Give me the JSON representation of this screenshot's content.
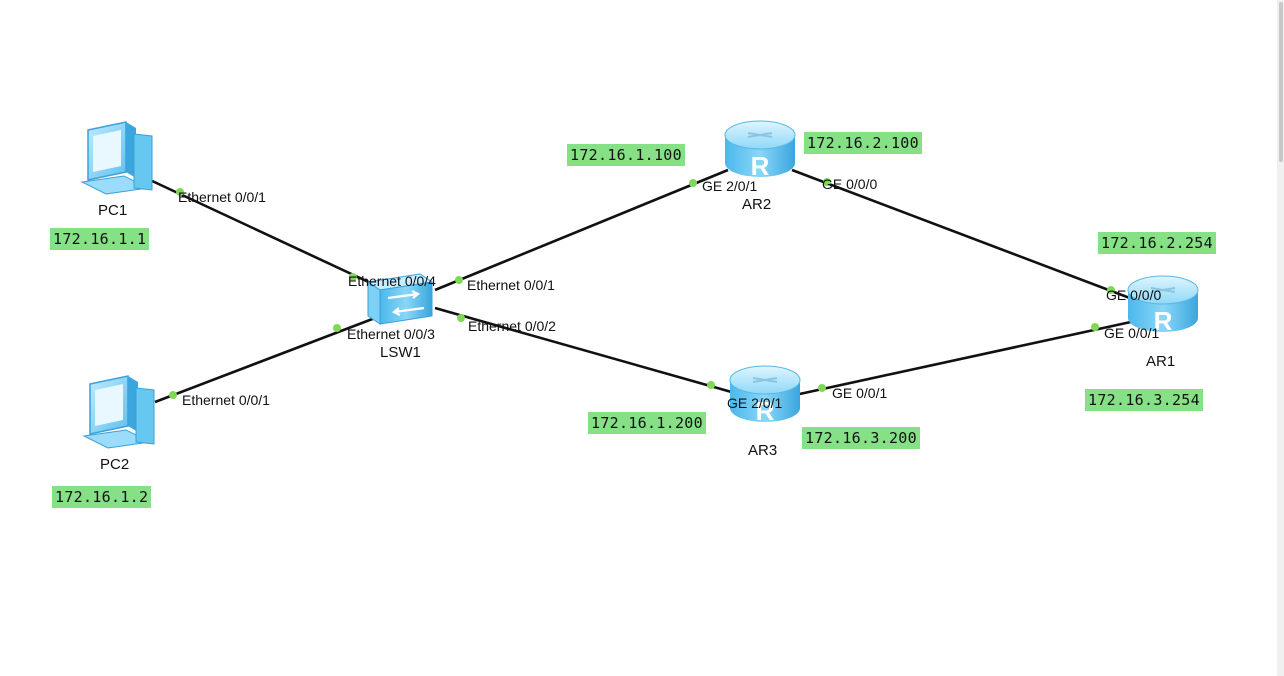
{
  "devices": {
    "pc1": {
      "name": "PC1",
      "ip": "172.16.1.1",
      "port": "Ethernet 0/0/1"
    },
    "pc2": {
      "name": "PC2",
      "ip": "172.16.1.2",
      "port": "Ethernet 0/0/1"
    },
    "lsw1": {
      "name": "LSW1",
      "ports": {
        "e4": "Ethernet 0/0/4",
        "e3": "Ethernet 0/0/3",
        "e1": "Ethernet 0/0/1",
        "e2": "Ethernet 0/0/2"
      }
    },
    "ar2": {
      "name": "AR2",
      "ip_left": "172.16.1.100",
      "ip_right": "172.16.2.100",
      "port_left": "GE 2/0/1",
      "port_right": "GE 0/0/0"
    },
    "ar3": {
      "name": "AR3",
      "ip_left": "172.16.1.200",
      "ip_right": "172.16.3.200",
      "port_left": "GE 2/0/1",
      "port_right": "GE 0/0/1"
    },
    "ar1": {
      "name": "AR1",
      "ip_top": "172.16.2.254",
      "ip_bottom": "172.16.3.254",
      "port_top": "GE 0/0/0",
      "port_bottom": "GE 0/0/1"
    }
  },
  "colors": {
    "ip_label_bg": "#86e086",
    "link": "#111111",
    "port_dot": "#7ed957",
    "device_blue": "#5fc4f0"
  }
}
